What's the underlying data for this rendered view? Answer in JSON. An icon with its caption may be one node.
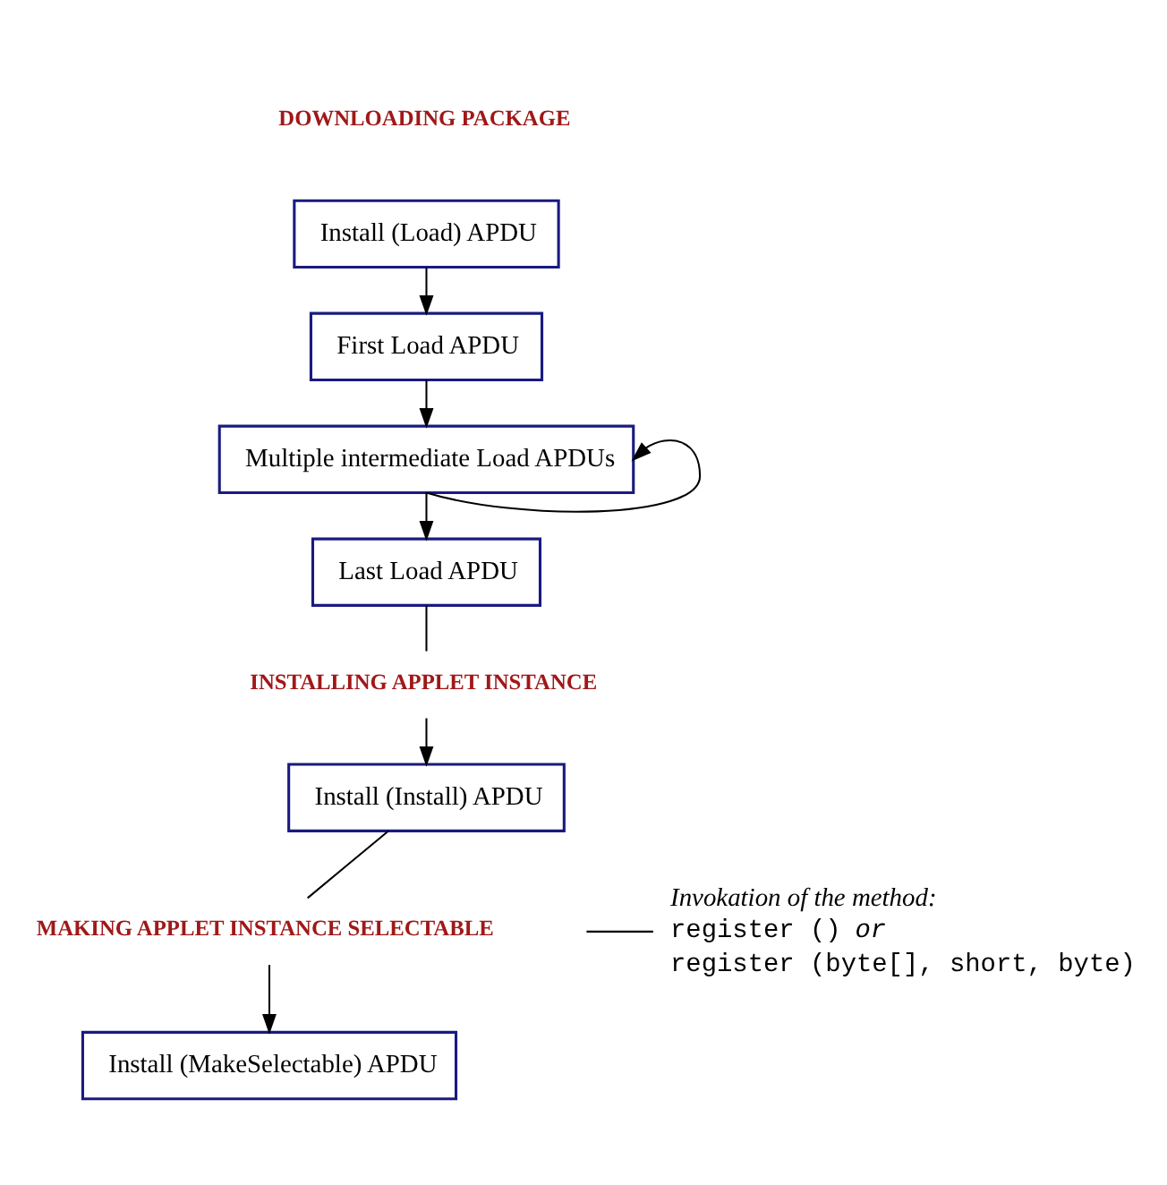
{
  "diagram": {
    "nodes": [
      {
        "text": [
          "DOWNLOADING PACKAGE"
        ]
      },
      {
        "text": [
          "Install (Load) APDU"
        ]
      },
      {
        "text": [
          "First Load APDU"
        ]
      },
      {
        "text": [
          "Multiple intermediate Load APDUs"
        ]
      },
      {
        "text": [
          "Last Load APDU"
        ]
      },
      {
        "text": [
          "INSTALLING APPLET INSTANCE"
        ]
      },
      {
        "text": [
          "Install (Install) APDU"
        ]
      },
      {
        "text": [
          "Invokation of the method:",
          "register () *or*",
          "register (byte[], short, byte)"
        ]
      },
      {
        "text": [
          "MAKING APPLET INSTANCE SELECTABLE"
        ]
      },
      {
        "text": [
          "Install (MakeSelectable) APDU"
        ]
      }
    ],
    "edges": [
      {
        "from": 1,
        "to": 2,
        "arrow": "to"
      },
      {
        "from": 2,
        "to": 3,
        "arrow": "to"
      },
      {
        "from": 3,
        "to": 3,
        "arrow": "to"
      },
      {
        "from": 3,
        "to": 4,
        "arrow": "to"
      },
      {
        "from": 4,
        "to": 5,
        "arrow": "none"
      },
      {
        "from": 5,
        "to": 6,
        "arrow": "to"
      },
      {
        "from": 6,
        "to": 8,
        "arrow": "none"
      },
      {
        "from": 7,
        "to": null,
        "arrow": "none"
      },
      {
        "from": 8,
        "to": 9,
        "arrow": "to"
      }
    ]
  }
}
